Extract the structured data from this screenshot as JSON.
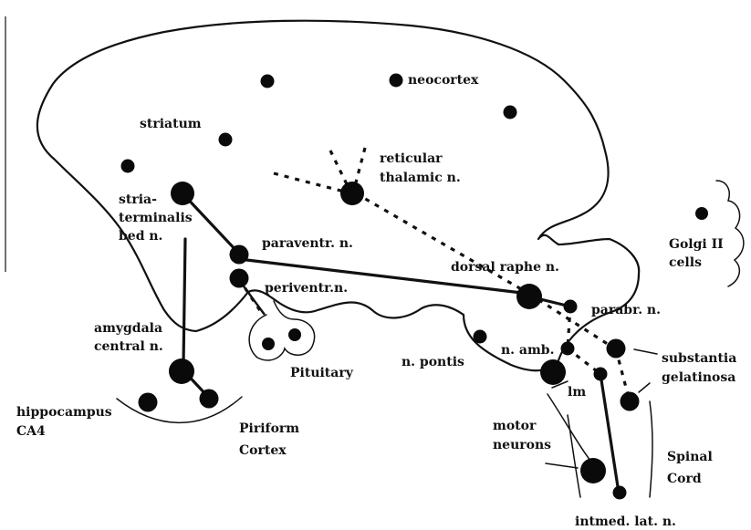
{
  "labels": {
    "neocortex": "neocortex",
    "striatum": "striatum",
    "reticular_1": "reticular",
    "reticular_2": "thalamic n.",
    "stria_1": "stria-",
    "stria_2": "terminalis",
    "stria_3": "bed n.",
    "golgi_1": "Golgi II",
    "golgi_2": "cells",
    "paraventr": "paraventr. n.",
    "dorsal_raphe": "dorsal raphe n.",
    "periventr": "periventr.n.",
    "parabr": "parabr. n.",
    "amygdala_1": "amygdala",
    "amygdala_2": "central n.",
    "n_amb": "n. amb.",
    "substantia_1": "substantia",
    "substantia_2": "gelatinosa",
    "n_pontis": "n. pontis",
    "pituitary": "Pituitary",
    "lm": "lm",
    "hippocampus_1": "hippocampus",
    "hippocampus_2": "CA4",
    "piriform_1": "Piriform",
    "piriform_2": "Cortex",
    "motor_1": "motor",
    "motor_2": "neurons",
    "spinal_1": "Spinal",
    "spinal_2": "Cord",
    "intmed": "intmed. lat. n."
  },
  "colors": {
    "ink": "#111111",
    "background": "#ffffff"
  }
}
